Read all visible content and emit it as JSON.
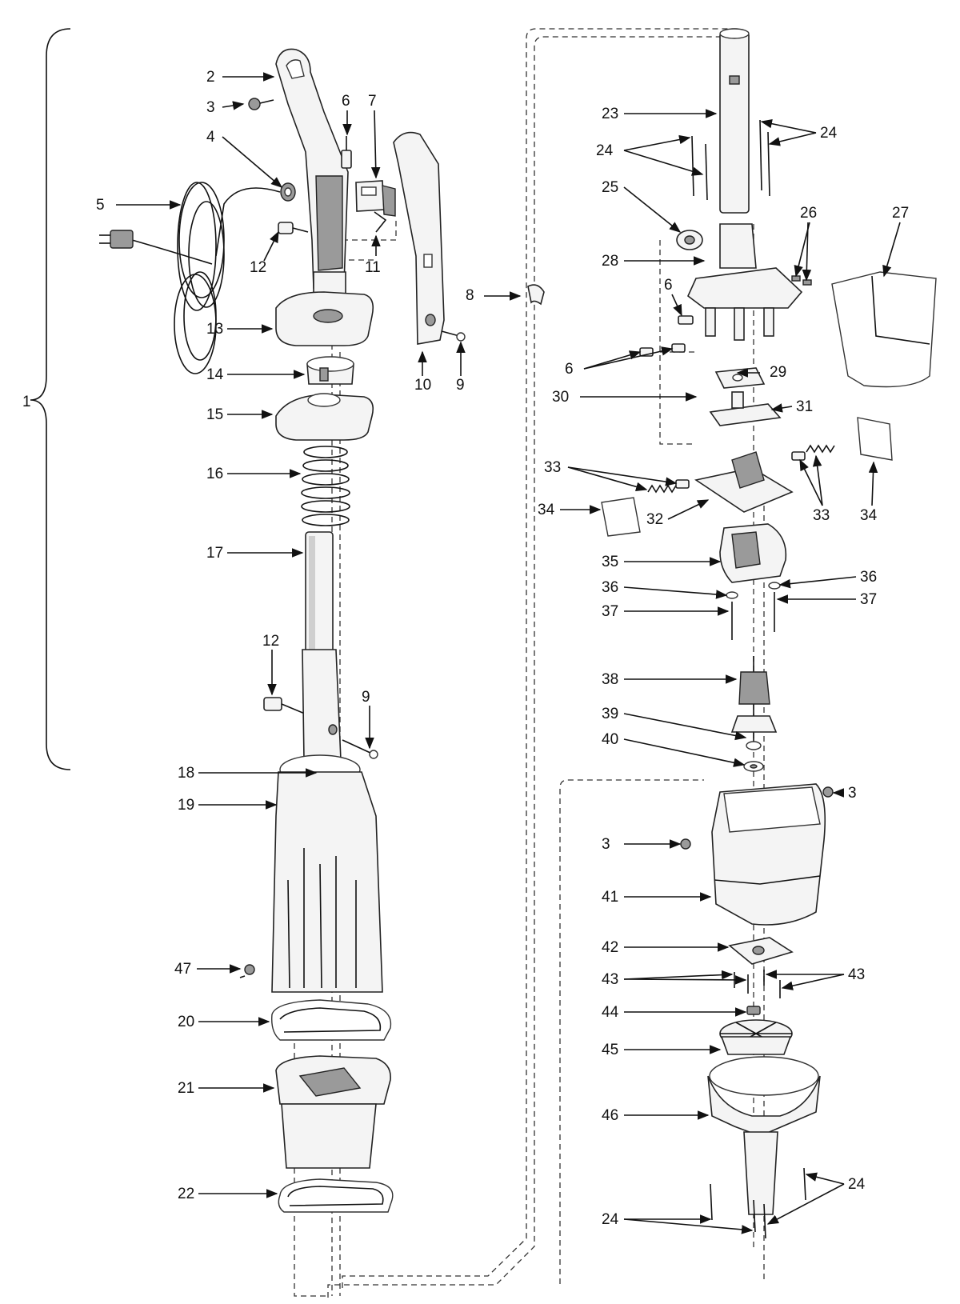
{
  "callouts": [
    {
      "id": "c1",
      "text": "1"
    },
    {
      "id": "c2",
      "text": "2"
    },
    {
      "id": "c3a",
      "text": "3"
    },
    {
      "id": "c4",
      "text": "4"
    },
    {
      "id": "c5",
      "text": "5"
    },
    {
      "id": "c6a",
      "text": "6"
    },
    {
      "id": "c7",
      "text": "7"
    },
    {
      "id": "c8",
      "text": "8"
    },
    {
      "id": "c9a",
      "text": "9"
    },
    {
      "id": "c10",
      "text": "10"
    },
    {
      "id": "c11",
      "text": "11"
    },
    {
      "id": "c12a",
      "text": "12"
    },
    {
      "id": "c13",
      "text": "13"
    },
    {
      "id": "c14",
      "text": "14"
    },
    {
      "id": "c15",
      "text": "15"
    },
    {
      "id": "c16",
      "text": "16"
    },
    {
      "id": "c17",
      "text": "17"
    },
    {
      "id": "c12b",
      "text": "12"
    },
    {
      "id": "c9b",
      "text": "9"
    },
    {
      "id": "c18",
      "text": "18"
    },
    {
      "id": "c19",
      "text": "19"
    },
    {
      "id": "c47",
      "text": "47"
    },
    {
      "id": "c20",
      "text": "20"
    },
    {
      "id": "c21",
      "text": "21"
    },
    {
      "id": "c22",
      "text": "22"
    },
    {
      "id": "c23",
      "text": "23"
    },
    {
      "id": "c24a",
      "text": "24"
    },
    {
      "id": "c24b",
      "text": "24"
    },
    {
      "id": "c25",
      "text": "25"
    },
    {
      "id": "c26",
      "text": "26"
    },
    {
      "id": "c27",
      "text": "27"
    },
    {
      "id": "c28",
      "text": "28"
    },
    {
      "id": "c6b",
      "text": "6"
    },
    {
      "id": "c6c",
      "text": "6"
    },
    {
      "id": "c29",
      "text": "29"
    },
    {
      "id": "c30",
      "text": "30"
    },
    {
      "id": "c31",
      "text": "31"
    },
    {
      "id": "c33a",
      "text": "33"
    },
    {
      "id": "c34a",
      "text": "34"
    },
    {
      "id": "c32",
      "text": "32"
    },
    {
      "id": "c33b",
      "text": "33"
    },
    {
      "id": "c34b",
      "text": "34"
    },
    {
      "id": "c35",
      "text": "35"
    },
    {
      "id": "c36a",
      "text": "36"
    },
    {
      "id": "c36b",
      "text": "36"
    },
    {
      "id": "c37a",
      "text": "37"
    },
    {
      "id": "c37b",
      "text": "37"
    },
    {
      "id": "c38",
      "text": "38"
    },
    {
      "id": "c39",
      "text": "39"
    },
    {
      "id": "c40",
      "text": "40"
    },
    {
      "id": "c3b",
      "text": "3"
    },
    {
      "id": "c3c",
      "text": "3"
    },
    {
      "id": "c41",
      "text": "41"
    },
    {
      "id": "c42",
      "text": "42"
    },
    {
      "id": "c43a",
      "text": "43"
    },
    {
      "id": "c43b",
      "text": "43"
    },
    {
      "id": "c44",
      "text": "44"
    },
    {
      "id": "c45",
      "text": "45"
    },
    {
      "id": "c46",
      "text": "46"
    },
    {
      "id": "c24c",
      "text": "24"
    },
    {
      "id": "c24d",
      "text": "24"
    }
  ]
}
